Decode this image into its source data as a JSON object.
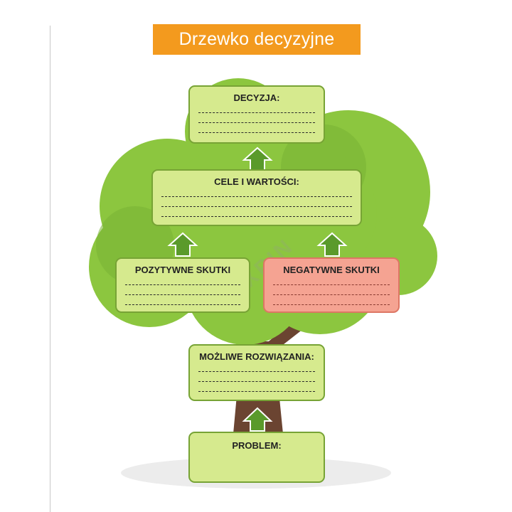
{
  "title": "Drzewko decyzyjne",
  "boxes": {
    "decision": "DECYZJA:",
    "goals": "CELE I WARTOŚCI:",
    "positive": "POZYTYWNE SKUTKI",
    "negative": "NEGATYWNE SKUTKI",
    "solutions": "MOŻLIWE ROZWIĄZANIA:",
    "problem": "PROBLEM:"
  },
  "watermark": "WAXPIN",
  "colors": {
    "title_bg": "#f39a1e",
    "foliage": "#8cc63f",
    "trunk": "#6b4431",
    "box_green": "#d6ea8e",
    "box_red": "#f5a392",
    "arrow": "#5a9a2b"
  }
}
